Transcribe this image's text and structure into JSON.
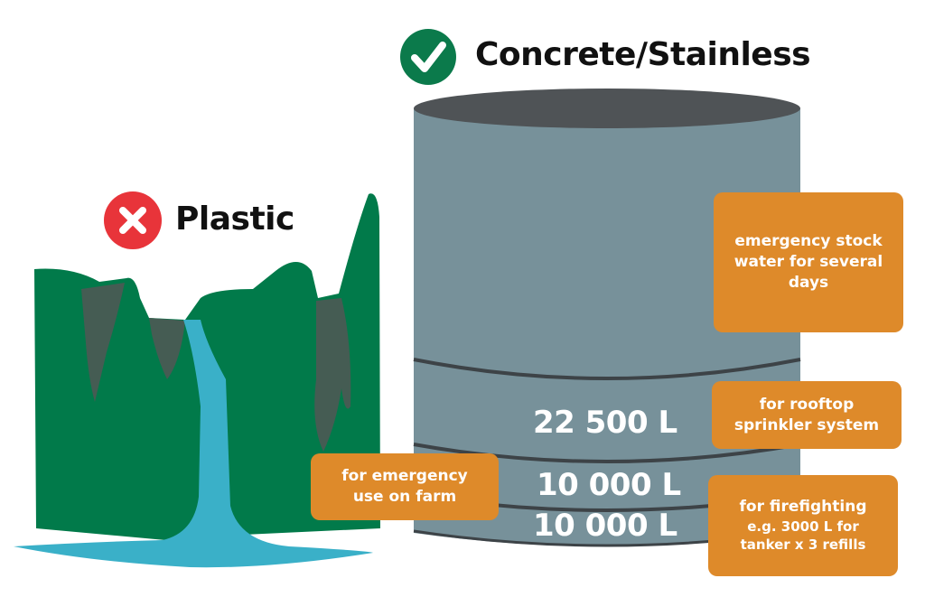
{
  "good_option": {
    "icon": "check-circle-icon",
    "label": "Concrete/Stainless",
    "color": "#0b7a4b"
  },
  "bad_option": {
    "icon": "x-circle-icon",
    "label": "Plastic",
    "color": "#e8343a"
  },
  "tank": {
    "volumes": [
      "22 500 L",
      "10 000 L",
      "10 000 L"
    ],
    "body_color": "#77919a",
    "top_color": "#4f5356"
  },
  "labels": {
    "stock_water": [
      "emergency stock",
      "water for several",
      "days"
    ],
    "sprinkler": [
      "for rooftop",
      "sprinkler system"
    ],
    "firefighting": [
      "for firefighting",
      "e.g. 3000 L for",
      "tanker x 3 refills"
    ],
    "farm": [
      "for emergency",
      "use on farm"
    ]
  },
  "label_color": "#de8a2a",
  "plastic_color": "#017a4a",
  "water_color": "#3ab0c8"
}
